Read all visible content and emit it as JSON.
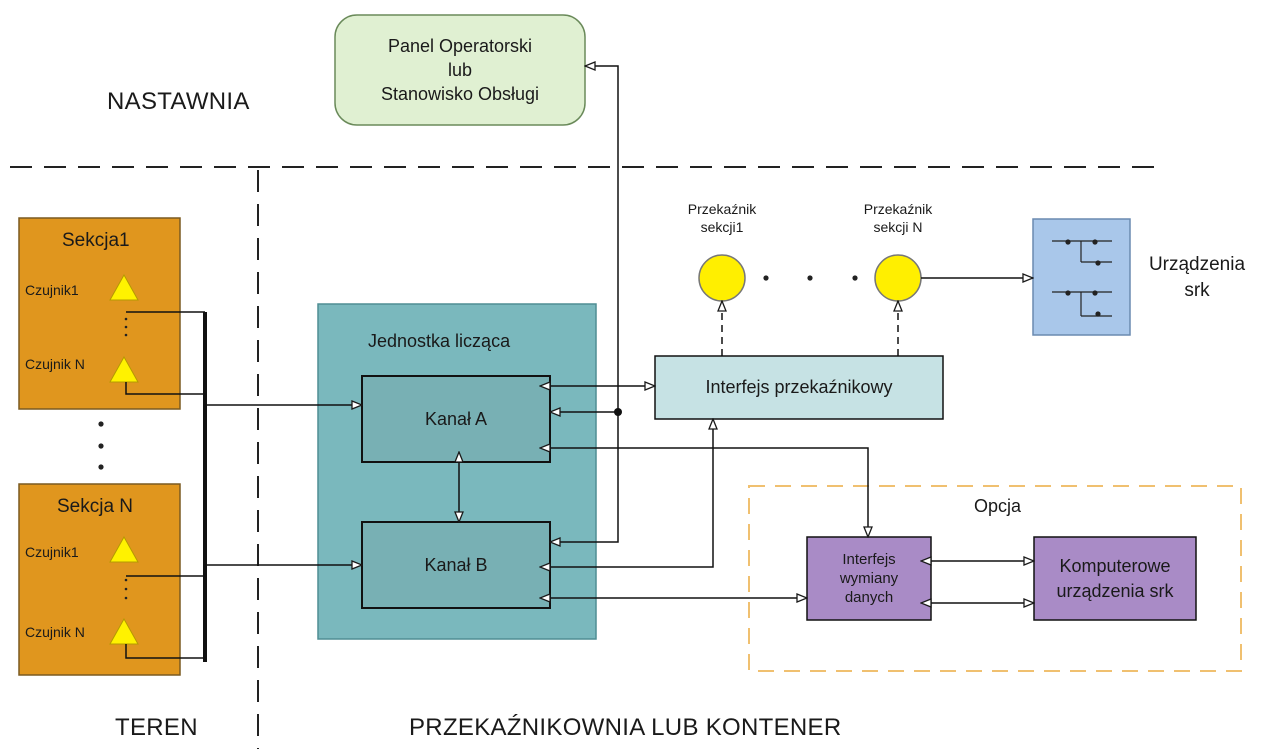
{
  "regions": {
    "nastawnia": "NASTAWNIA",
    "teren": "TEREN",
    "przekaznikownia": "PRZEKAŹNIKOWNIA LUB KONTENER"
  },
  "panel": {
    "lines": [
      "Panel Operatorski",
      "lub",
      "Stanowisko Obsługi"
    ]
  },
  "sections": [
    {
      "title": "Sekcja1",
      "sensors": [
        "Czujnik1",
        "Czujnik N"
      ]
    },
    {
      "title": "Sekcja N",
      "sensors": [
        "Czujnik1",
        "Czujnik N"
      ]
    }
  ],
  "computing_unit": {
    "title": "Jednostka licząca",
    "channel_a": "Kanał A",
    "channel_b": "Kanał B"
  },
  "relay_interface": "Interfejs przekaźnikowy",
  "relays": [
    {
      "lines": [
        "Przekaźnik",
        "sekcji1"
      ]
    },
    {
      "lines": [
        "Przekaźnik",
        "sekcji N"
      ]
    }
  ],
  "srk_devices": {
    "lines": [
      "Urządzenia",
      "srk"
    ]
  },
  "option": {
    "title": "Opcja",
    "data_interface": [
      "Interfejs",
      "wymiany",
      "danych"
    ],
    "computer_srk": [
      "Komputerowe",
      "urządzenia srk"
    ]
  },
  "colors": {
    "section_fill": "#e0961e",
    "sensor_fill": "#fff200",
    "unit_fill": "#7ab8bd",
    "channel_fill": "#78b0b4",
    "relay_if_fill": "#c6e2e4",
    "relay_fill": "#ffef00",
    "srk_fill": "#a9c7ea",
    "panel_fill": "#e0f0d2",
    "purple_fill": "#a98bc6",
    "option_border": "#f0c070"
  }
}
